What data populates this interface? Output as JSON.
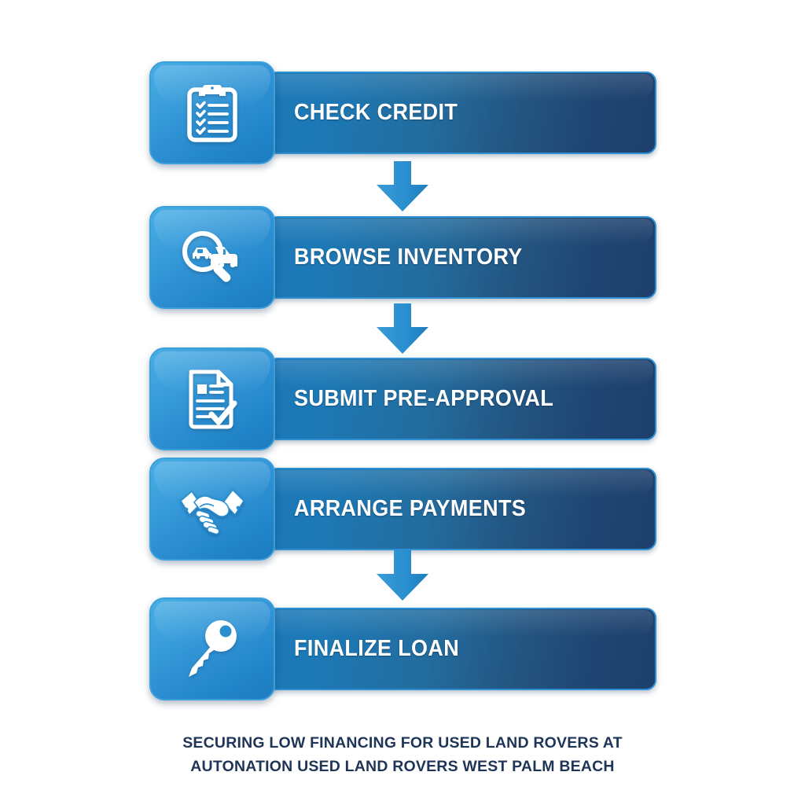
{
  "background_color": "#ffffff",
  "theme": {
    "bar_gradient_start": "#1b78b8",
    "bar_gradient_end": "#1d3f6b",
    "bar_border": "#2f8fd0",
    "tile_gradient_start": "#49aee4",
    "tile_gradient_end": "#1e7cc0",
    "tile_border": "#3c9fdb",
    "arrow_color": "#2a8fd0",
    "label_color": "#ffffff",
    "caption_color": "#1e3557"
  },
  "flowchart": {
    "type": "vertical-process-flow",
    "step_count": 5,
    "steps": [
      {
        "index": 1,
        "label": "CHECK CREDIT",
        "icon": "clipboard-checklist-icon",
        "arrow_after": true
      },
      {
        "index": 2,
        "label": "BROWSE INVENTORY",
        "icon": "car-search-icon",
        "arrow_after": true
      },
      {
        "index": 3,
        "label": "SUBMIT PRE-APPROVAL",
        "icon": "document-check-icon",
        "arrow_after": false
      },
      {
        "index": 4,
        "label": "ARRANGE PAYMENTS",
        "icon": "handshake-icon",
        "arrow_after": true
      },
      {
        "index": 5,
        "label": "FINALIZE LOAN",
        "icon": "key-icon",
        "arrow_after": false
      }
    ]
  },
  "caption": {
    "line1": "SECURING LOW FINANCING FOR USED LAND ROVERS AT",
    "line2": "AUTONATION USED LAND ROVERS WEST PALM BEACH"
  }
}
